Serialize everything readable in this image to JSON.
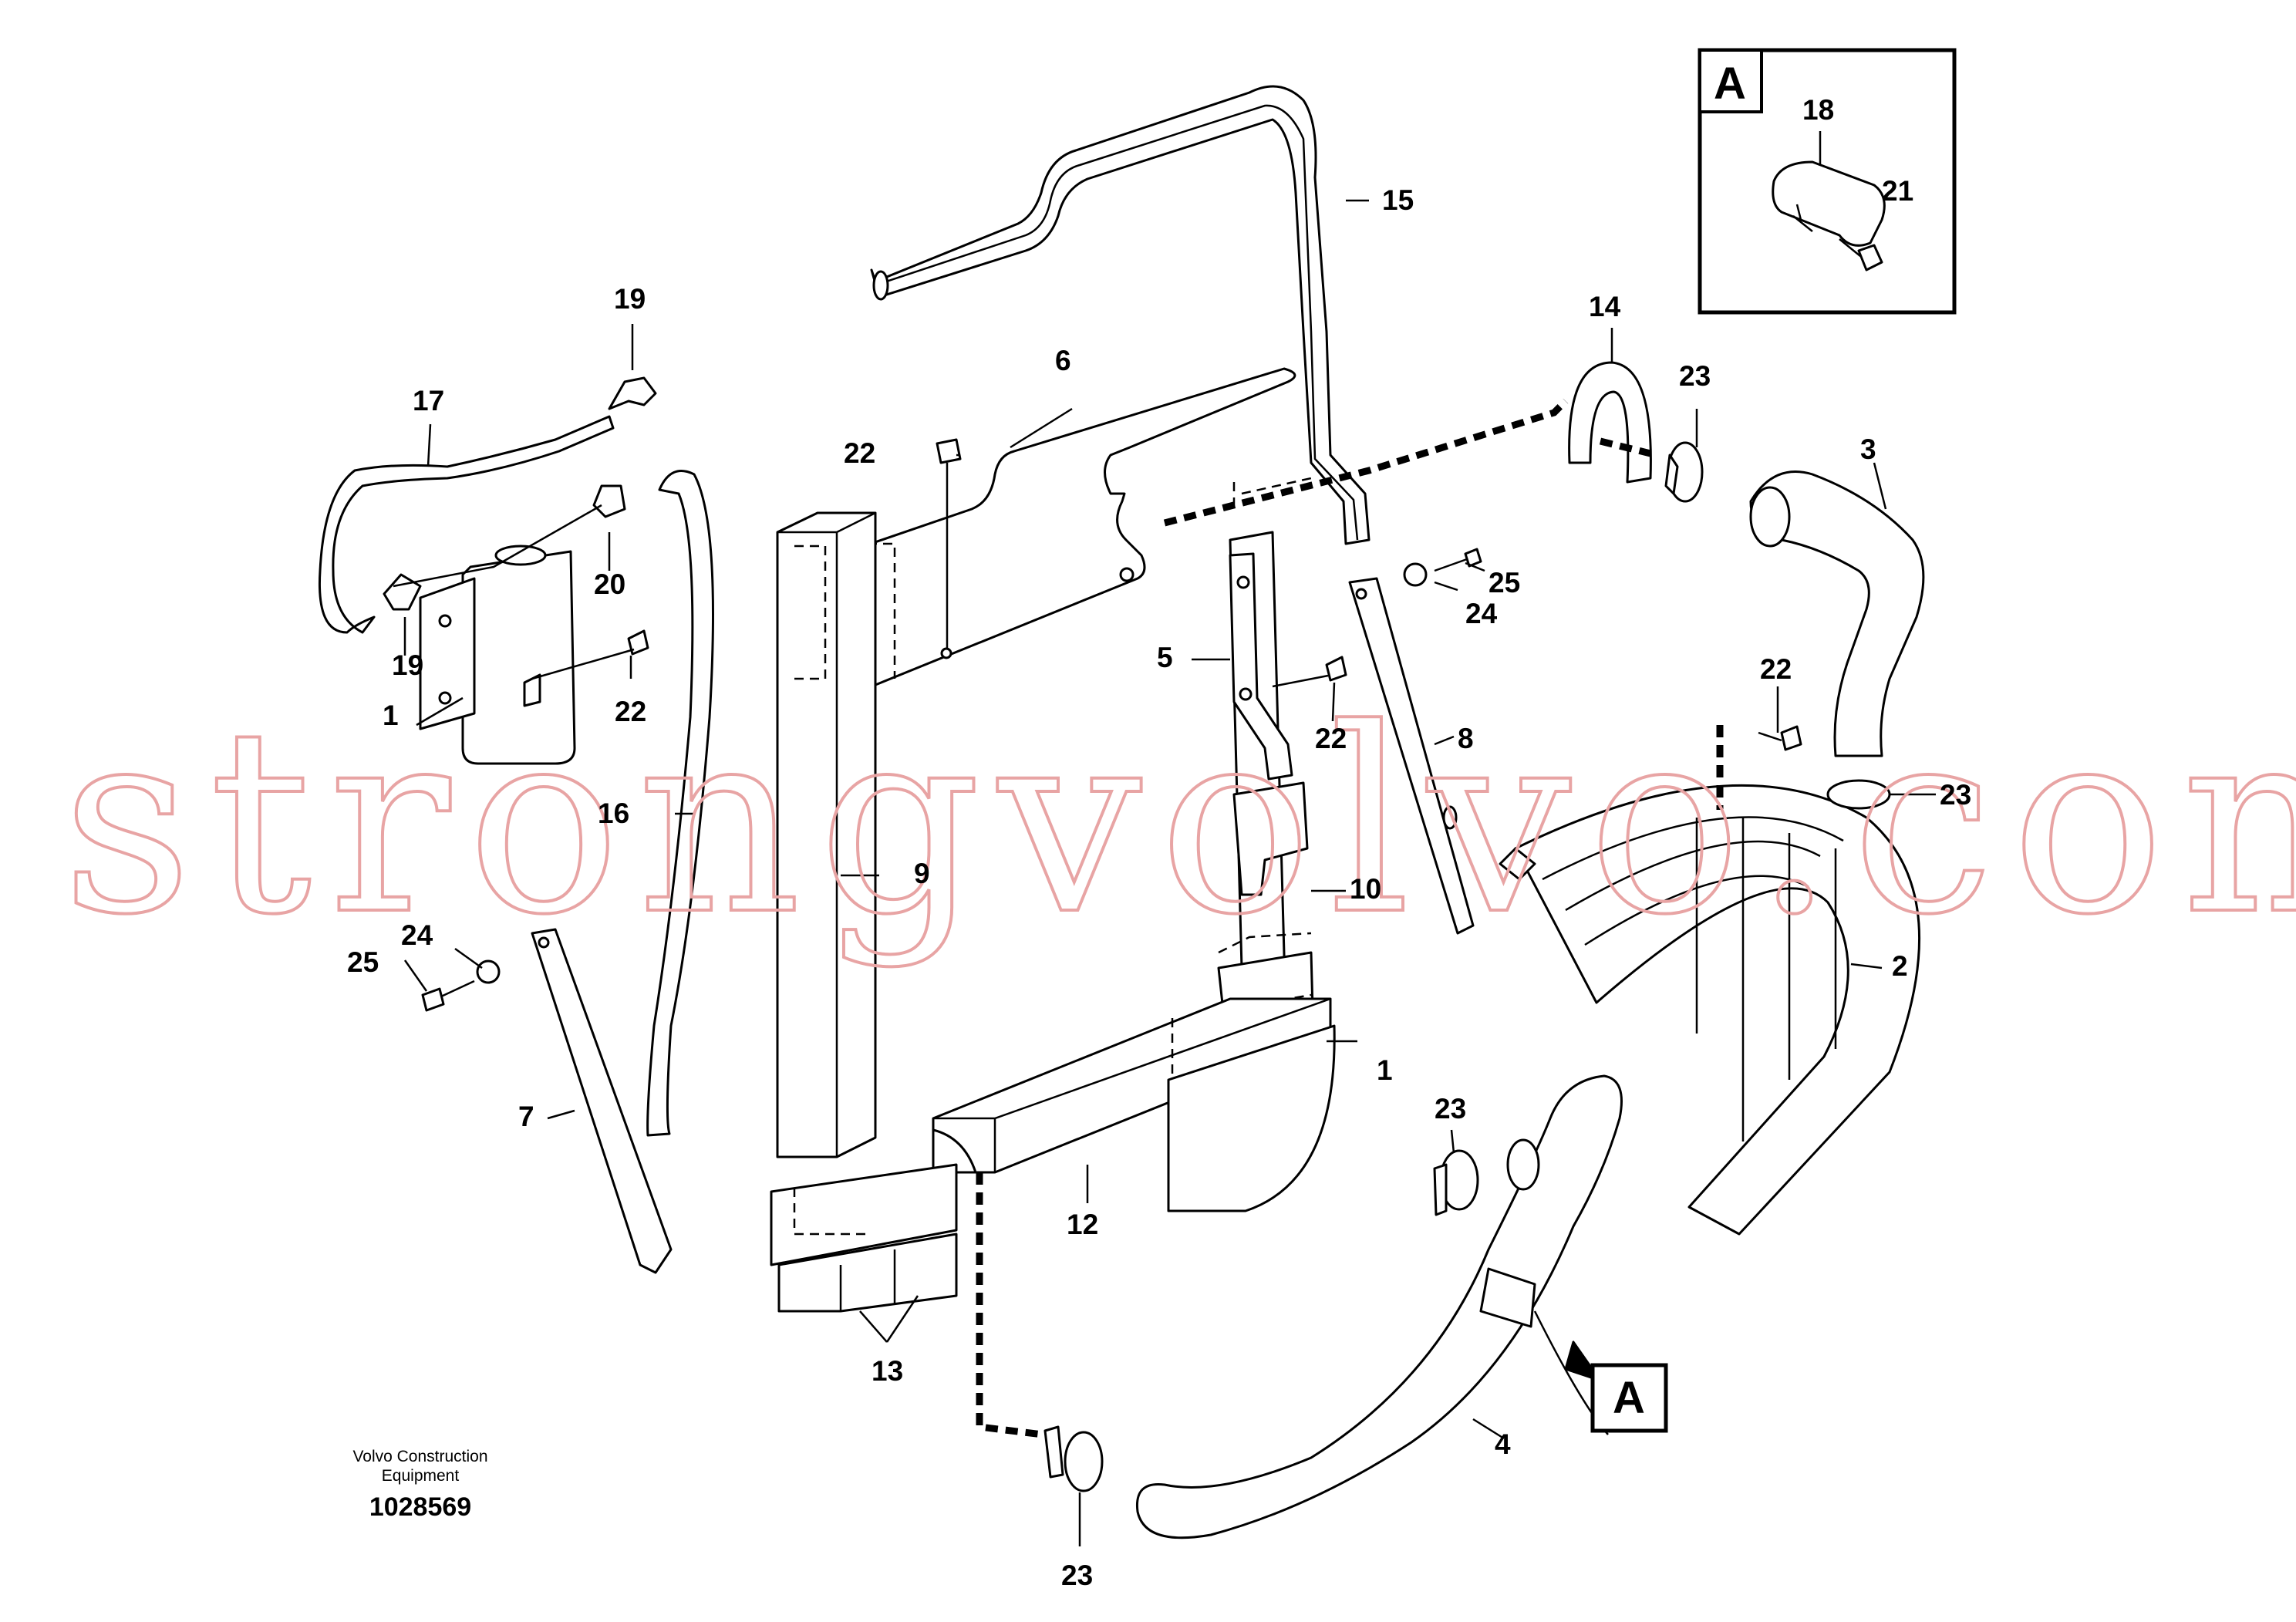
{
  "callouts": {
    "c1a": "1",
    "c1b": "1",
    "c2": "2",
    "c3": "3",
    "c4": "4",
    "c5": "5",
    "c6": "6",
    "c7": "7",
    "c8": "8",
    "c9": "9",
    "c10": "10",
    "c12": "12",
    "c13": "13",
    "c14": "14",
    "c15": "15",
    "c16": "16",
    "c17": "17",
    "c18": "18",
    "c19a": "19",
    "c19b": "19",
    "c20": "20",
    "c21": "21",
    "c22a": "22",
    "c22b": "22",
    "c22c": "22",
    "c22d": "22",
    "c23a": "23",
    "c23b": "23",
    "c23c": "23",
    "c23d": "23",
    "c24a": "24",
    "c24b": "24",
    "c25a": "25",
    "c25b": "25"
  },
  "detail_view": {
    "label": "A"
  },
  "section_marker": {
    "label": "A"
  },
  "footer": {
    "line1": "Volvo Construction",
    "line2": "Equipment",
    "drawing_number": "1028569"
  },
  "watermark": "strongvolvo.com"
}
